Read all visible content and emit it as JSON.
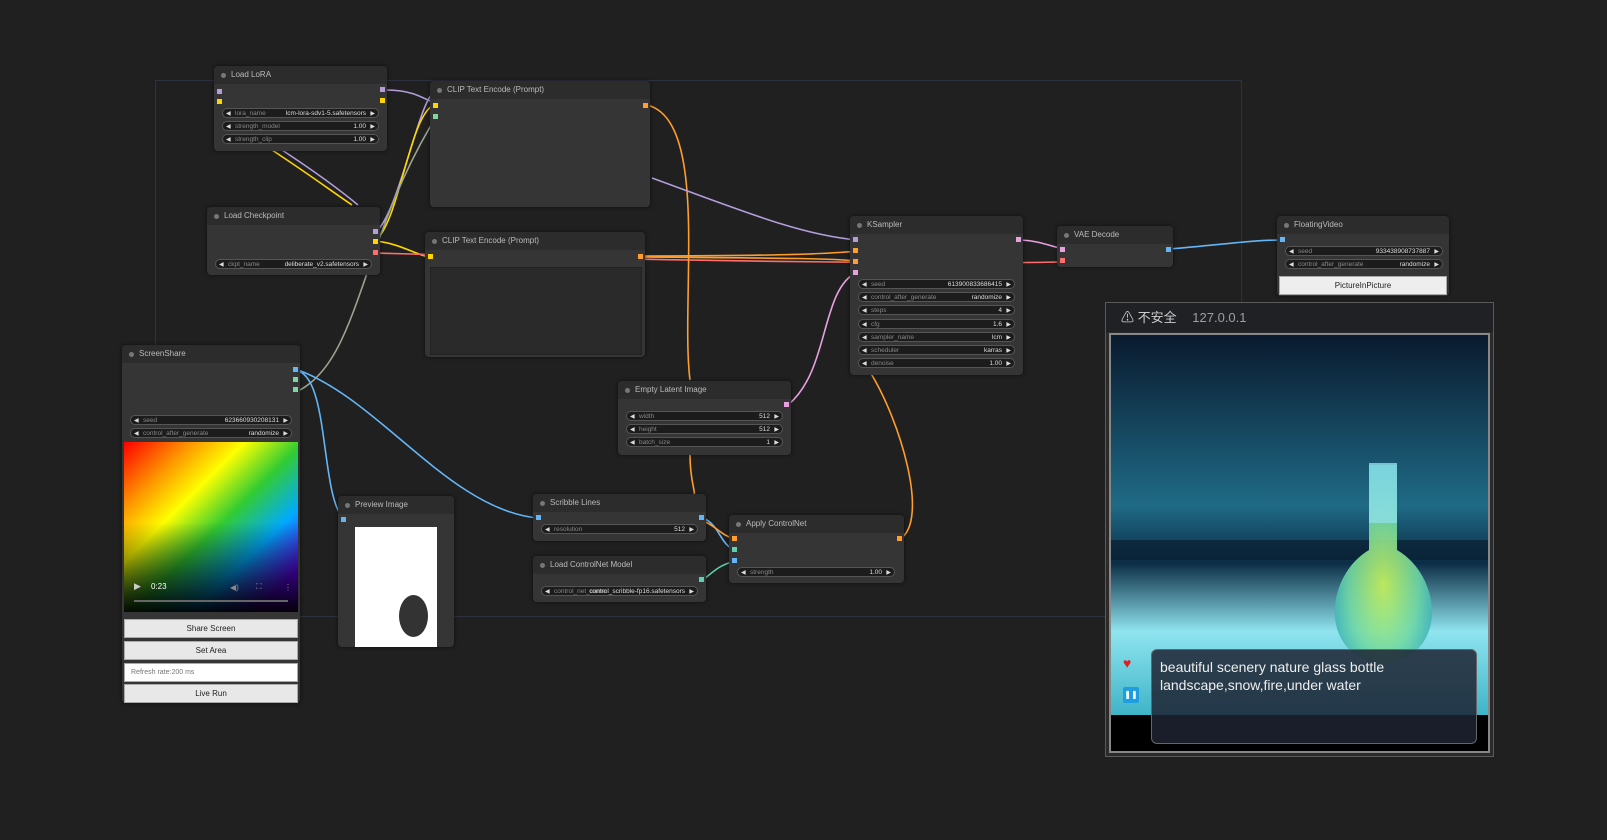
{
  "nodes": {
    "load_lora": {
      "title": "Load LoRA",
      "lora_name_label": "lora_name",
      "lora_name_value": "lcm-lora-sdv1-5.safetensors",
      "strength_model_label": "strength_model",
      "strength_model_value": "1.00",
      "strength_clip_label": "strength_clip",
      "strength_clip_value": "1.00"
    },
    "clip_text_1": {
      "title": "CLIP Text Encode (Prompt)"
    },
    "clip_text_2": {
      "title": "CLIP Text Encode (Prompt)"
    },
    "load_checkpoint": {
      "title": "Load Checkpoint",
      "ckpt_label": "ckpt_name",
      "ckpt_value": "deliberate_v2.safetensors"
    },
    "ksampler": {
      "title": "KSampler",
      "widgets": [
        {
          "label": "seed",
          "value": "613900833686415"
        },
        {
          "label": "control_after_generate",
          "value": "randomize"
        },
        {
          "label": "steps",
          "value": "4"
        },
        {
          "label": "cfg",
          "value": "1.6"
        },
        {
          "label": "sampler_name",
          "value": "lcm"
        },
        {
          "label": "scheduler",
          "value": "karras"
        },
        {
          "label": "denoise",
          "value": "1.00"
        }
      ]
    },
    "vae_decode": {
      "title": "VAE Decode"
    },
    "floating_video": {
      "title": "FloatingVideo",
      "seed_label": "seed",
      "seed_value": "933438908737887",
      "cag_label": "control_after_generate",
      "cag_value": "randomize",
      "button": "PictureInPicture"
    },
    "screenshare": {
      "title": "ScreenShare",
      "seed_label": "seed",
      "seed_value": "623660930208131",
      "cag_label": "control_after_generate",
      "cag_value": "randomize",
      "video_time": "0:23",
      "share_button": "Share Screen",
      "set_area_button": "Set Area",
      "refresh_placeholder": "Refresh rate:200 ms",
      "live_run_button": "Live Run"
    },
    "empty_latent": {
      "title": "Empty Latent Image",
      "widgets": [
        {
          "label": "width",
          "value": "512"
        },
        {
          "label": "height",
          "value": "512"
        },
        {
          "label": "batch_size",
          "value": "1"
        }
      ]
    },
    "preview_image": {
      "title": "Preview Image"
    },
    "scribble_lines": {
      "title": "Scribble Lines",
      "res_label": "resolution",
      "res_value": "512"
    },
    "load_controlnet": {
      "title": "Load ControlNet Model",
      "label": "control_net_name",
      "value": "control_scribble-fp16.safetensors"
    },
    "apply_controlnet": {
      "title": "Apply ControlNet",
      "strength_label": "strength",
      "strength_value": "1.00"
    }
  },
  "popup": {
    "warning_text": "不安全",
    "url": "127.0.0.1",
    "prompt_text": "beautiful scenery nature glass bottle landscape,snow,fire,under water"
  },
  "colors": {
    "clip_link": "#ffd500",
    "model_link": "#b39ddb",
    "conditioning_link": "#ff9d2e",
    "latent_link": "#e8a0e0",
    "image_link": "#64b5f6",
    "vae_link": "#ff6e6e"
  }
}
